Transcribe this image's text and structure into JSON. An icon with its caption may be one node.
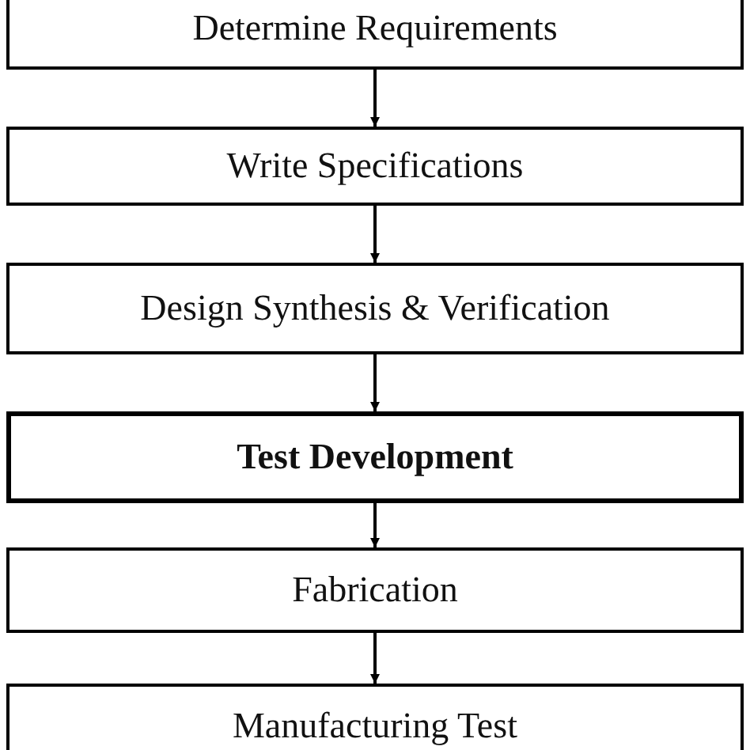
{
  "diagram": {
    "nodes": [
      {
        "text": [
          "Determine Requirements"
        ]
      },
      {
        "text": [
          "Write Specifications"
        ]
      },
      {
        "text": [
          "Design Synthesis & Verification"
        ]
      },
      {
        "text": [
          "Test Development"
        ]
      },
      {
        "text": [
          "Fabrication"
        ]
      },
      {
        "text": [
          "Manufacturing Test"
        ]
      }
    ],
    "edges": [
      {
        "from": 0,
        "to": 1,
        "arrow": "to"
      },
      {
        "from": 1,
        "to": 2,
        "arrow": "to"
      },
      {
        "from": 2,
        "to": 3,
        "arrow": "to"
      },
      {
        "from": 3,
        "to": 4,
        "arrow": "to"
      },
      {
        "from": 4,
        "to": 5,
        "arrow": "to"
      }
    ]
  }
}
